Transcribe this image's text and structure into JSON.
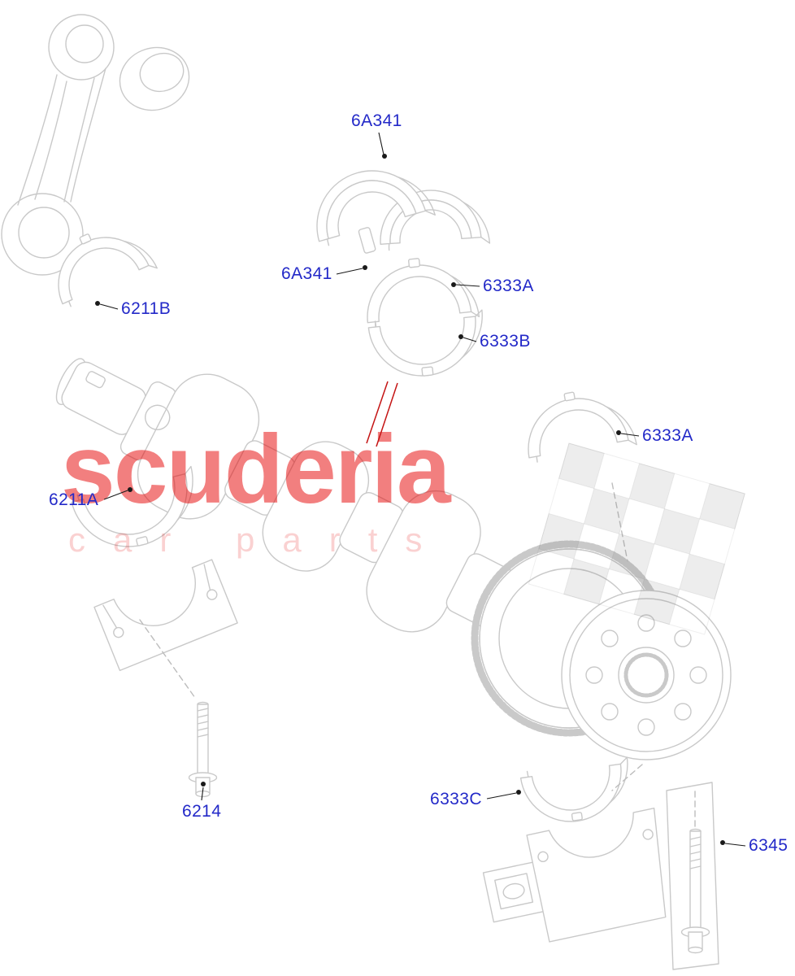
{
  "watermark": {
    "brand": "scuderia",
    "subtitle": "car parts",
    "brand_color": "#e60000"
  },
  "labels": [
    {
      "code": "6A341"
    },
    {
      "code": "6A341"
    },
    {
      "code": "6333A"
    },
    {
      "code": "6333B"
    },
    {
      "code": "6211B"
    },
    {
      "code": "6211A"
    },
    {
      "code": "6333A"
    },
    {
      "code": "6333C"
    },
    {
      "code": "6214"
    },
    {
      "code": "6345"
    }
  ],
  "colors": {
    "label_text": "#2329c8",
    "diagram_line": "#c9c9c9",
    "leader_line": "#1a1a1a",
    "watermark_red": "#e60000"
  }
}
